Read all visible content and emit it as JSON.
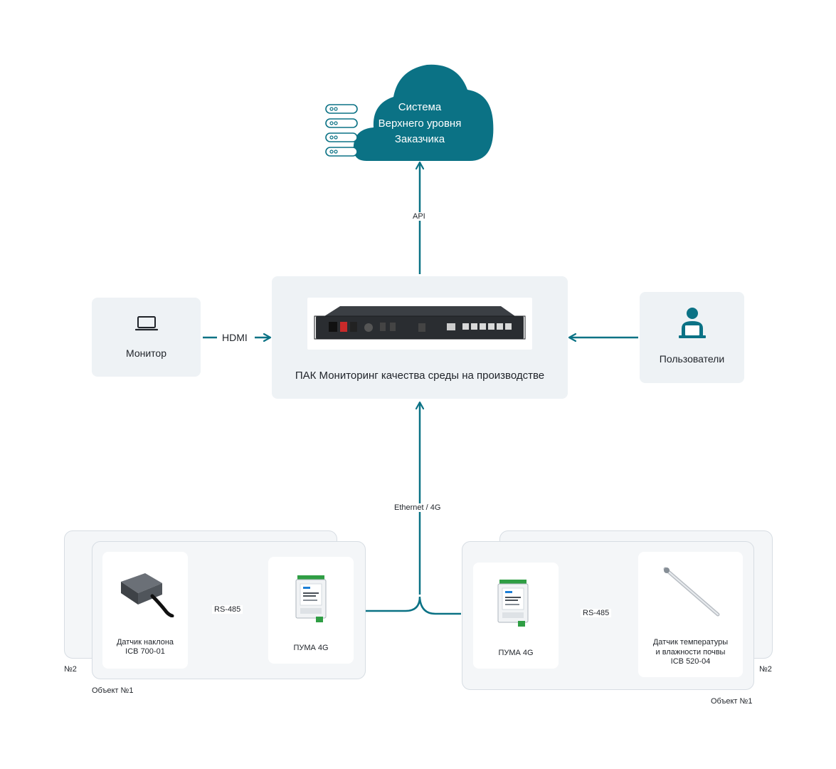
{
  "cloud": {
    "line1": "Система",
    "line2": "Верхнего уровня",
    "line3": "Заказчика",
    "icon": "server-stack-icon"
  },
  "edges": {
    "api": "API",
    "hdmi": "HDMI",
    "ethernet": "Ethernet / 4G",
    "rs_left": "RS-485",
    "rs_right": "RS-485"
  },
  "center": {
    "title": "ПАК Мониторинг качества среды на производстве",
    "device_icon": "rack-server-icon"
  },
  "monitor": {
    "label": "Монитор",
    "icon": "laptop-icon"
  },
  "users": {
    "label": "Пользователи",
    "icon": "user-laptop-icon"
  },
  "left_group": {
    "sensor_line1": "Датчик наклона",
    "sensor_line2": "ICB 700-01",
    "gateway": "ПУМА 4G",
    "object_label": "Объект №1",
    "back_label": "№2"
  },
  "right_group": {
    "gateway": "ПУМА 4G",
    "sensor_line1": "Датчик температуры",
    "sensor_line2": "и влажности почвы",
    "sensor_line3": "ICB 520-04",
    "object_label": "Объект №1",
    "back_label": "№2"
  },
  "colors": {
    "accent": "#0b7285",
    "cloud": "#0b7285",
    "card": "#eef2f5"
  }
}
